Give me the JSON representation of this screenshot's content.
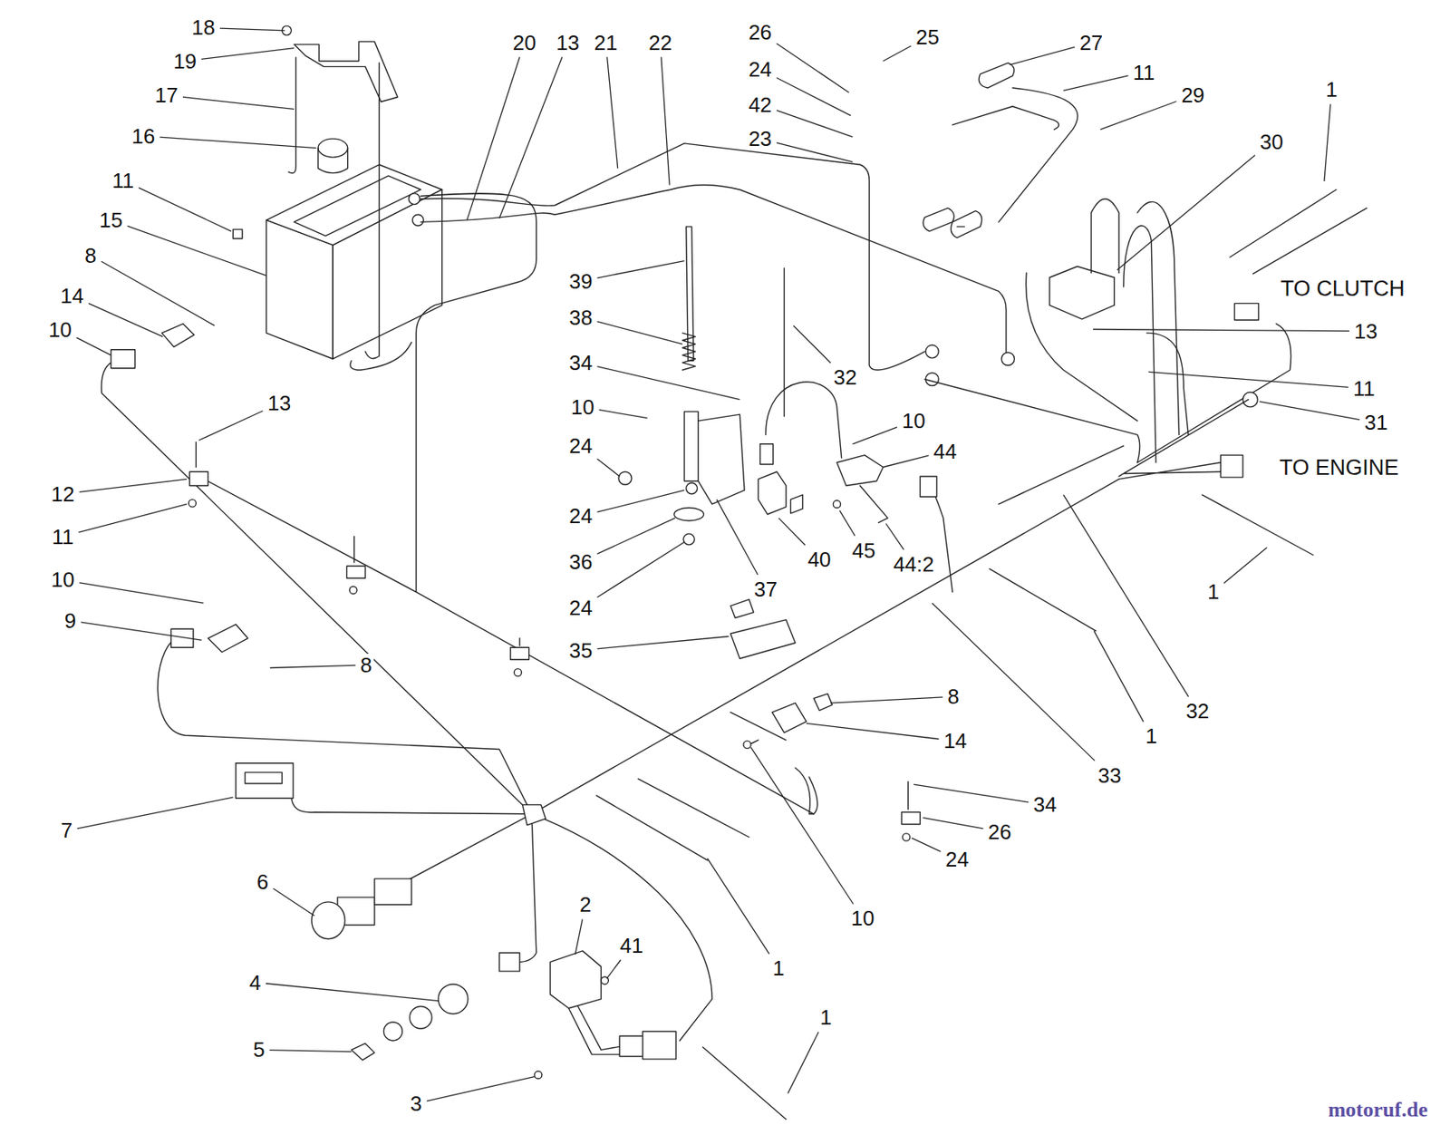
{
  "diagram": {
    "labels": [
      "18",
      "19",
      "17",
      "16",
      "11",
      "15",
      "8",
      "14",
      "10",
      "20",
      "13",
      "21",
      "22",
      "26",
      "25",
      "24",
      "42",
      "23",
      "27",
      "11",
      "29",
      "1",
      "30",
      "TO CLUTCH",
      "13",
      "11",
      "31",
      "TO ENGINE",
      "39",
      "38",
      "34",
      "32",
      "10",
      "10",
      "44",
      "24",
      "24",
      "36",
      "24",
      "37",
      "40",
      "45",
      "44:2",
      "13",
      "12",
      "11",
      "1",
      "10",
      "9",
      "8",
      "35",
      "1",
      "32",
      "33",
      "8",
      "14",
      "34",
      "26",
      "24",
      "7",
      "10",
      "6",
      "1",
      "2",
      "41",
      "4",
      "5",
      "1",
      "3",
      "motoruf.de"
    ]
  }
}
